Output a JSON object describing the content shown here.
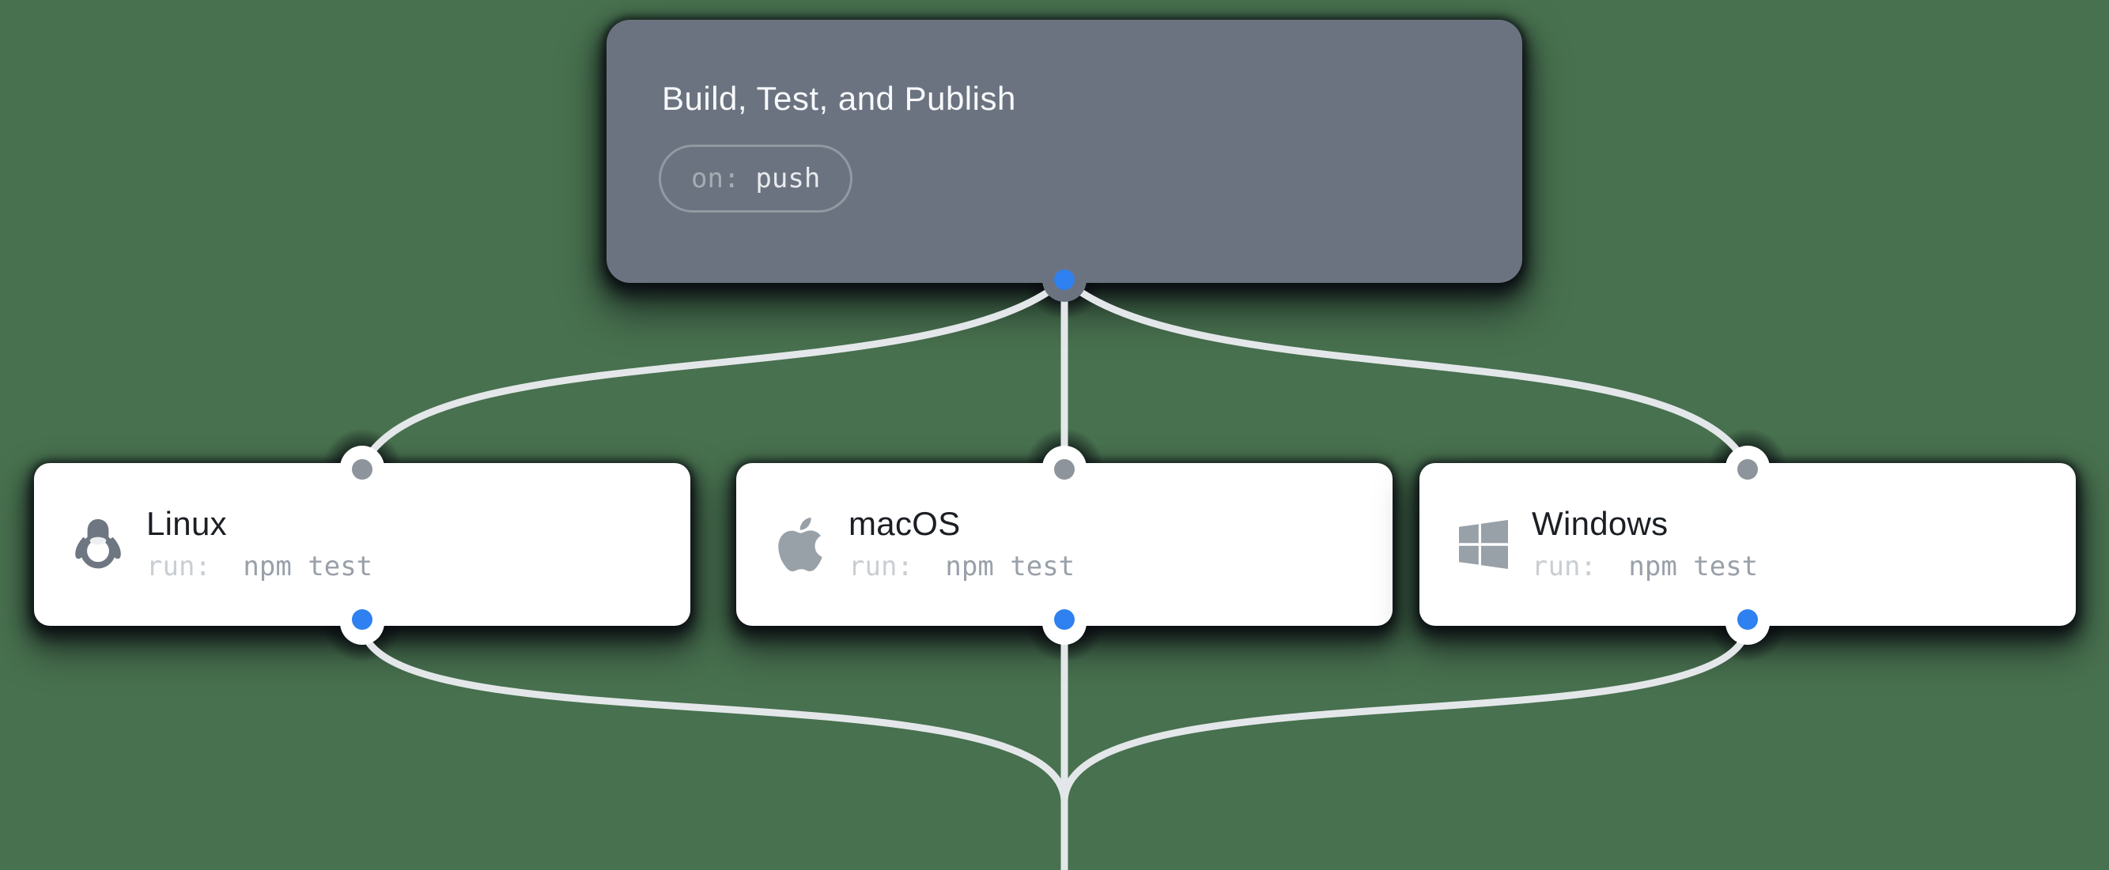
{
  "scene": {
    "background_color": "#48714F"
  },
  "workflow": {
    "trigger": {
      "title": "Build, Test, and Publish",
      "event_key": "on:",
      "event_value": "push",
      "card_color": "#6C7380"
    },
    "jobs": [
      {
        "name": "Linux",
        "icon": "linux-tux-icon",
        "run_key": "run:",
        "command": "npm test"
      },
      {
        "name": "macOS",
        "icon": "apple-icon",
        "run_key": "run:",
        "command": "npm test"
      },
      {
        "name": "Windows",
        "icon": "windows-icon",
        "run_key": "run:",
        "command": "npm test"
      }
    ],
    "connector": {
      "line_color": "#E4E7EA",
      "input_dot_color": "#8D949C",
      "output_dot_color": "#2F80F0"
    }
  }
}
